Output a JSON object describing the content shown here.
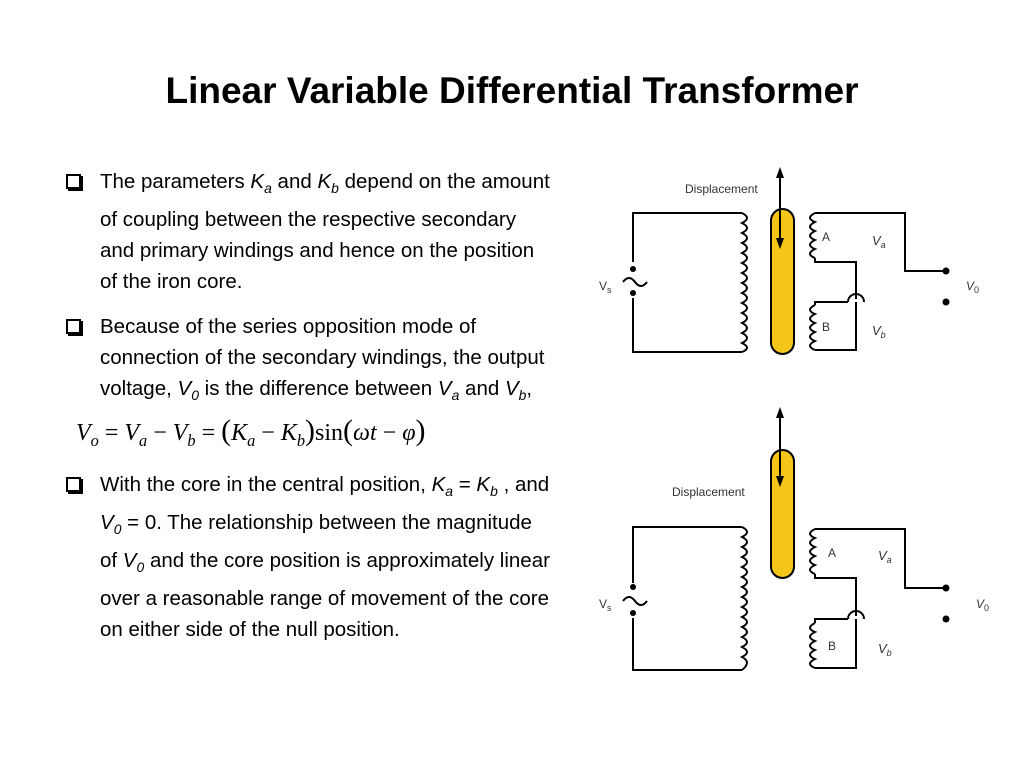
{
  "slide": {
    "title": "Linear Variable Differential Transformer"
  },
  "bullets": [
    {
      "text_1": "The parameters ",
      "k_a": "K",
      "k_a_sub": "a",
      "text_2": " and ",
      "k_b": "K",
      "k_b_sub": "b",
      "text_3": " depend on the amount of coupling between the respective secondary and primary windings and hence on the position of the iron core."
    },
    {
      "text_1": "Because of the series opposition mode of connection of the secondary windings, the output voltage, ",
      "v0": "V",
      "v0_sub": "0",
      "text_2": " is the difference between ",
      "va": "V",
      "va_sub": "a",
      "text_3": " and ",
      "vb": "V",
      "vb_sub": "b",
      "text_4": ","
    },
    {
      "text_1": "With the core in the central position, ",
      "k_a": "K",
      "k_a_sub": "a",
      "text_2": " = ",
      "k_b": "K",
      "k_b_sub": "b",
      "text_3": " , and ",
      "v0": "V",
      "v0_sub": "0",
      "text_4": " = 0. The relationship between the magnitude of ",
      "v0_2": "V",
      "v0_2_sub": "0",
      "text_5": "  and the core position is approximately linear over a reasonable range of movement of the core on either side of the null position."
    }
  ],
  "formula": {
    "vo": "V",
    "vo_sub": "o",
    "eq1": " = ",
    "va": "V",
    "va_sub": "a",
    "minus1": " − ",
    "vb": "V",
    "vb_sub": "b",
    "eq2": " = ",
    "lp": "(",
    "ka": "K",
    "ka_sub": "a",
    "minus2": " − ",
    "kb": "K",
    "kb_sub": "b",
    "rp": ")",
    "sin": "sin",
    "lp2": "(",
    "omega_t": "ωt",
    "minus3": " − ",
    "phi": "φ",
    "rp2": ")"
  },
  "diagram_top": {
    "displacement_label": "Displacement",
    "vs_label": "V",
    "vs_sub": "s",
    "a_label": "A",
    "b_label": "B",
    "va_label": "V",
    "va_sub": "a",
    "vb_label": "V",
    "vb_sub": "b",
    "v0_label": "V",
    "v0_sub": "0"
  },
  "diagram_bottom": {
    "displacement_label": "Displacement",
    "vs_label": "V",
    "vs_sub": "s",
    "a_label": "A",
    "b_label": "B",
    "va_label": "V",
    "va_sub": "a",
    "vb_label": "V",
    "vb_sub": "b",
    "v0_label": "V",
    "v0_sub": "0"
  },
  "colors": {
    "core_fill": "#F5C518",
    "line": "#000000"
  }
}
